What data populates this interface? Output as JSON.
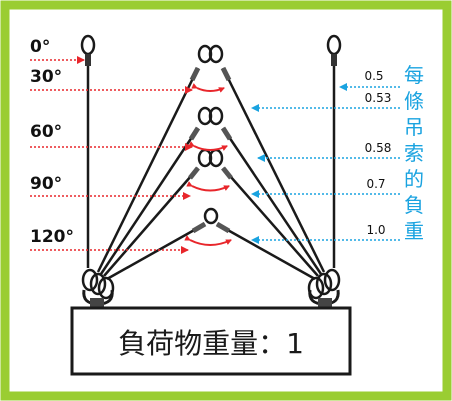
{
  "angles": [
    "0°",
    "30°",
    "60°",
    "90°",
    "120°"
  ],
  "load_ratios": [
    "0.5",
    "0.53",
    "0.58",
    "0.7",
    "1.0"
  ],
  "side_label_chars": [
    "每",
    "條",
    "吊",
    "索",
    "的",
    "負",
    "重"
  ],
  "weight_label": "負荷物重量：1",
  "colors": {
    "frame_green": "#9acd32",
    "rope": "#1a1a1a",
    "red_dotted": "#e8262b",
    "blue_dotted": "#1aa3e0",
    "angle_text": "#111111",
    "side_text": "#1aa3e0"
  }
}
